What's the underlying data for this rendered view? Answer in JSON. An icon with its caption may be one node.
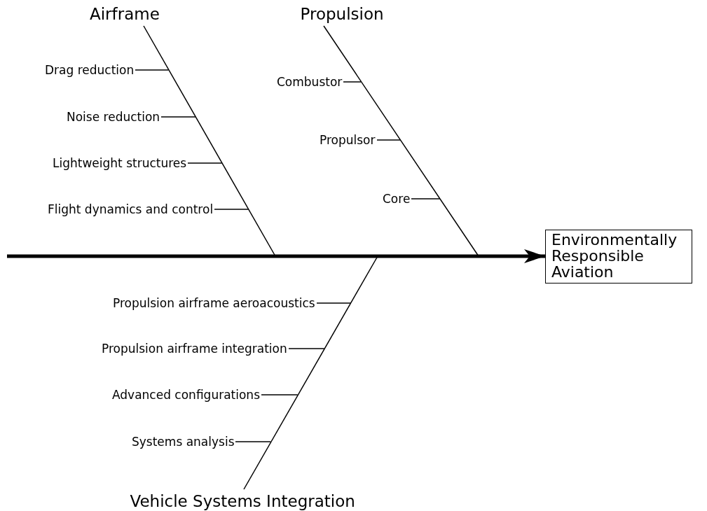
{
  "diagram": {
    "nodes": [
      {
        "text": [
          "Airframe"
        ]
      },
      {
        "text": [
          "Drag reduction"
        ]
      },
      {
        "text": [
          "Noise reduction"
        ]
      },
      {
        "text": [
          "Lightweight structures"
        ]
      },
      {
        "text": [
          "Flight dynamics and control"
        ]
      },
      {
        "text": [
          "Propulsion"
        ]
      },
      {
        "text": [
          "Combustor"
        ]
      },
      {
        "text": [
          "Propulsor"
        ]
      },
      {
        "text": [
          "Core"
        ]
      },
      {
        "text": [
          "Environmentally Responsible Aviation"
        ]
      },
      {
        "text": [
          "Propulsion airframe aeroacoustics"
        ]
      },
      {
        "text": [
          "Propulsion airframe integration"
        ]
      },
      {
        "text": [
          "Advanced configurations"
        ]
      },
      {
        "text": [
          "Systems analysis"
        ]
      },
      {
        "text": [
          "Vehicle Systems Integration"
        ]
      }
    ],
    "edges": [
      {
        "from": null,
        "to": 9,
        "arrow": "to",
        "style": "thick"
      },
      {
        "from": 0,
        "to": null,
        "arrow": "none"
      },
      {
        "from": 1,
        "to": null,
        "arrow": "none"
      },
      {
        "from": 2,
        "to": null,
        "arrow": "none"
      },
      {
        "from": 3,
        "to": null,
        "arrow": "none"
      },
      {
        "from": 4,
        "to": null,
        "arrow": "none"
      },
      {
        "from": 5,
        "to": null,
        "arrow": "none"
      },
      {
        "from": 6,
        "to": null,
        "arrow": "none"
      },
      {
        "from": 7,
        "to": null,
        "arrow": "none"
      },
      {
        "from": 8,
        "to": null,
        "arrow": "none"
      },
      {
        "from": 14,
        "to": null,
        "arrow": "none"
      },
      {
        "from": 10,
        "to": null,
        "arrow": "none"
      },
      {
        "from": 11,
        "to": null,
        "arrow": "none"
      },
      {
        "from": 12,
        "to": null,
        "arrow": "none"
      },
      {
        "from": 13,
        "to": null,
        "arrow": "none"
      }
    ]
  }
}
